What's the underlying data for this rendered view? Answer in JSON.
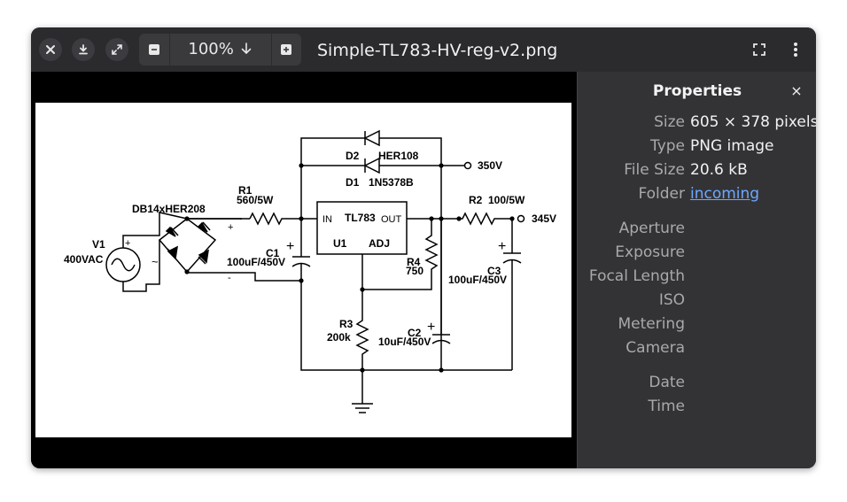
{
  "toolbar": {
    "zoom_value": "100%",
    "file_name": "Simple-TL783-HV-reg-v2.png"
  },
  "properties": {
    "title": "Properties",
    "close_glyph": "×",
    "rows": [
      {
        "label": "Size",
        "value": "605 × 378 pixels"
      },
      {
        "label": "Type",
        "value": "PNG image"
      },
      {
        "label": "File Size",
        "value": "20.6 kB"
      },
      {
        "label": "Folder",
        "value": "incoming"
      },
      {
        "label": "Aperture",
        "value": ""
      },
      {
        "label": "Exposure",
        "value": ""
      },
      {
        "label": "Focal Length",
        "value": ""
      },
      {
        "label": "ISO",
        "value": ""
      },
      {
        "label": "Metering",
        "value": ""
      },
      {
        "label": "Camera",
        "value": ""
      },
      {
        "label": "Date",
        "value": ""
      },
      {
        "label": "Time",
        "value": ""
      }
    ]
  },
  "schematic": {
    "bridge_label": "DB14xHER208",
    "v1_label": "V1",
    "v1_value": "400VAC",
    "r1_label": "R1",
    "r1_value": "560/5W",
    "c1_label": "C1",
    "c1_value": "100uF/450V",
    "d2_label": "D2",
    "d2_value": "HER108",
    "d1_label": "D1",
    "d1_value": "1N5378B",
    "out1_value": "350V",
    "u1_in": "IN",
    "u1_part": "TL783",
    "u1_out": "OUT",
    "u1_label": "U1",
    "u1_adj": "ADJ",
    "r2_label": "R2",
    "r2_value": "100/5W",
    "out2_value": "345V",
    "r4_label": "R4",
    "r4_value": "750",
    "c3_label": "C3",
    "c3_value": "100uF/450V",
    "r3_label": "R3",
    "r3_value": "200k",
    "c2_label": "C2",
    "c2_value": "10uF/450V",
    "plus": "+",
    "minus": "-",
    "tilde": "~"
  },
  "icons": {
    "close": "close-icon",
    "download": "download-icon",
    "expand": "expand-icon",
    "zoom_out": "zoom-out-icon",
    "zoom_in": "zoom-in-icon",
    "fullscreen": "fullscreen-icon",
    "menu": "more-vert-icon"
  }
}
